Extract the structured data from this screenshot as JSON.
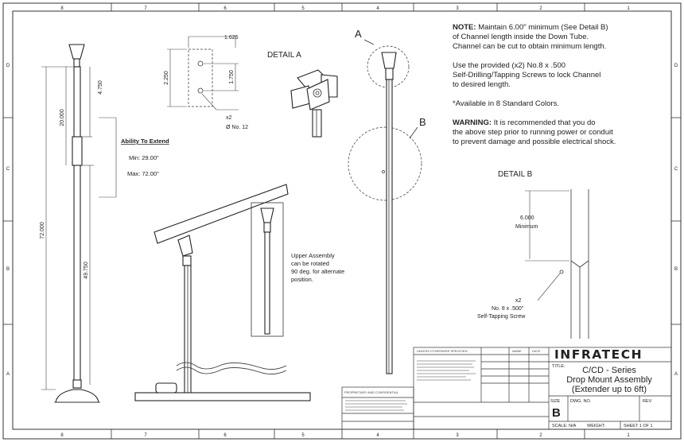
{
  "border": {
    "cols_top": [
      "8",
      "7",
      "6",
      "5",
      "4",
      "3",
      "2",
      "1"
    ],
    "cols_bottom": [
      "8",
      "7",
      "6",
      "5",
      "4",
      "3",
      "2",
      "1"
    ],
    "rows": [
      "D",
      "C",
      "B",
      "A"
    ]
  },
  "notes": {
    "note_label": "NOTE:",
    "note_line1": " Maintain 6.00\" minimum (See Detail B)",
    "note_line2": "of Channel length inside the Down Tube.",
    "note_line3": "Channel can be cut to obtain minimum length.",
    "screws_line1": "Use the provided (x2) No.8 x .500",
    "screws_line2": "Self-Drilling/Tapping Screws to lock Channel",
    "screws_line3": "to desired length.",
    "colors": "*Available in 8 Standard Colors.",
    "warning_label": "WARNING:",
    "warning_line1": " It is recommended that you do",
    "warning_line2": "the above step prior to running power or conduit",
    "warning_line3": "to prevent damage and possible electrical shock."
  },
  "views": {
    "detail_a": "DETAIL A",
    "detail_b": "DETAIL B",
    "label_a": "A",
    "label_b": "B"
  },
  "dimensions": {
    "overall": "72.000",
    "upper": "20.000",
    "lower": "49.750",
    "short": "4.750",
    "plate_width": "1.625",
    "plate_height": "2.250",
    "hole_spacing": "1.750",
    "hole_qty": "x2",
    "hole_size": "Ø No. 12",
    "detail_b_dim": "6.000",
    "detail_b_min": "Minimum",
    "screw_qty": "x2",
    "screw_spec": "No. 8 x .500\"",
    "screw_type": "Self-Tapping Screw"
  },
  "extend": {
    "title": "Ability To Extend",
    "min": "Min: 29.00\"",
    "max": "Max: 72.00\""
  },
  "rotation_note": {
    "line1": "Upper Assembly",
    "line2": "can be rotated",
    "line3": "90 deg. for alternate",
    "line4": "position."
  },
  "title_block": {
    "company": "INFRATECH",
    "title_label": "TITLE:",
    "title_line1": "C/CD - Series",
    "title_line2": "Drop Mount Assembly",
    "title_line3": "(Extender up to 6ft)",
    "size_label": "SIZE",
    "size": "B",
    "dwg_label": "DWG. NO.",
    "rev_label": "REV",
    "scale": "SCALE: N/A",
    "weight": "WEIGHT:",
    "sheet": "SHEET 1 OF 1",
    "name_header": "NAME",
    "date_header": "DATE",
    "tolerance_header": "UNLESS OTHERWISE SPECIFIED:",
    "proprietary_header": "PROPRIETARY AND CONFIDENTIAL"
  }
}
